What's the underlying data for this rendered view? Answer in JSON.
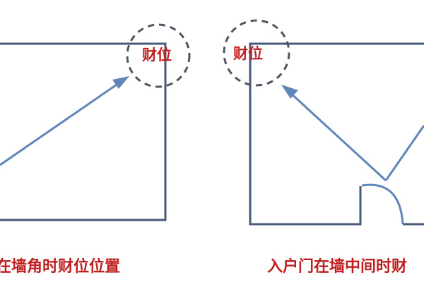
{
  "left_panel": {
    "wealth_label": "财位",
    "caption": "在墙角时财位位置"
  },
  "right_panel": {
    "wealth_label": "财位",
    "caption": "入户门在墙中间时财"
  },
  "colors": {
    "wall": "#475a78",
    "arrow": "#5f86b8",
    "label": "#c11f1f",
    "dashed_circle": "#4e5560"
  }
}
